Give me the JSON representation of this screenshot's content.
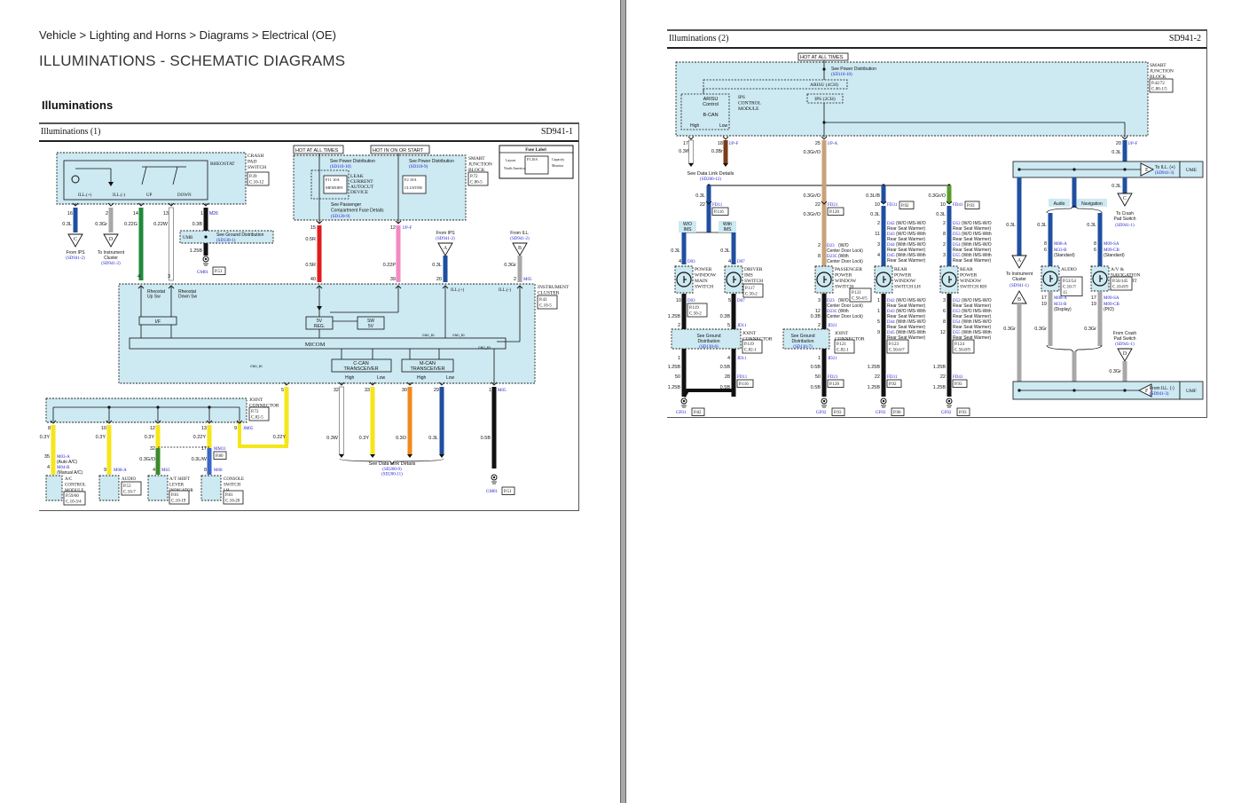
{
  "breadcrumb": "Vehicle > Lighting and Horns > Diagrams > Electrical (OE)",
  "page_title": "ILLUMINATIONS - SCHEMATIC DIAGRAMS",
  "section_title": "Illuminations",
  "diagram1": {
    "title": "Illuminations (1)",
    "code": "SD941-1",
    "hot_all_times": "HOT AT ALL TIMES",
    "hot_on_start": "HOT IN ON OR START",
    "crash_pad_switch": [
      "CRASH",
      "PAD",
      "SWITCH"
    ],
    "crash_pad_ref": [
      "P.39",
      "C.10-12"
    ],
    "rheostat": "RHEOSTAT",
    "ill_plus": "ILL.(+)",
    "ill_minus": "ILL.(-)",
    "up": "UP",
    "down": "DOWN",
    "pins_top": [
      {
        "pin": "16",
        "wire": "0.3L",
        "color": "#1f4fa0"
      },
      {
        "pin": "2",
        "wire": "0.3Gr",
        "color": "#a8a8a8"
      },
      {
        "pin": "14",
        "wire": "0.22G",
        "color": "#1f8a3a"
      },
      {
        "pin": "13",
        "wire": "0.22W",
        "color": "#ffffff"
      },
      {
        "pin": "1",
        "wire": "0.3B",
        "color": "#111111",
        "conn": "M26"
      }
    ],
    "from_ips": {
      "letter": "C",
      "label": "From IPS",
      "ref": "(SD941-2)"
    },
    "to_cluster": {
      "letter": "D",
      "label": "To Instrument Cluster",
      "ref": "(SD941-2)"
    },
    "umb": "UMB",
    "see_ground": "See Ground Distribution",
    "see_ground_ref": "(SD130-1)",
    "ground_wire": "1.25B",
    "gm01": "GM01",
    "gm01_ref": "P.51",
    "see_power1": "See Power Distribution",
    "see_power1_ref": "(SD110-10)",
    "see_power2": "See Power Distribution",
    "see_power2_ref": "(SD110-9)",
    "fuse1": [
      "F11 10A",
      "MEMORY"
    ],
    "fuse2": [
      "F2 10A",
      "CLUSTER"
    ],
    "leak": [
      "LEAK",
      "CURRENT",
      "AUTOCUT",
      "DEVICE"
    ],
    "see_pass": [
      "See Passenger",
      "Compartment Fuse Details"
    ],
    "see_pass_ref": "(SD120-9)",
    "sjb": [
      "SMART",
      "JUNCTION",
      "BLOCK"
    ],
    "sjb_ref": [
      "P.72",
      "C.80-5"
    ],
    "fuse_label": {
      "title": "Fuse Label",
      "layout": "Layout",
      "na": "North America",
      "capacity": "Capacity",
      "monitor": "Monitor",
      "sample": "F3 20A"
    },
    "red_pin": "15",
    "red_wire": "0.5R",
    "red_wire2": "0.5R",
    "red_pin2": "40",
    "pink_pin": "12",
    "pink_conn": "I/P-F",
    "pink_wire": "0.22P",
    "pink_pin2": "39",
    "from_ips_a": {
      "letter": "A",
      "label": "From IPS",
      "ref": "(SD941-2)",
      "wire": "0.3L",
      "pin": "20"
    },
    "from_ill_b": {
      "letter": "B",
      "label": "From ILL.",
      "ref": "(SD941-2)",
      "wire": "0.3Gr",
      "pin": "2",
      "conn": "M05"
    },
    "cluster": [
      "INSTRUMENT",
      "CLUSTER"
    ],
    "cluster_ref": [
      "P.43",
      "C.10-5"
    ],
    "rheo_up": [
      "Rheostat",
      "Up Sw"
    ],
    "rheo_down": [
      "Rheostat",
      "Down Sw"
    ],
    "pin_up": "4",
    "pin_down": "3",
    "if": "I/F",
    "reg": [
      "5V",
      "REG."
    ],
    "sw5v": [
      "SW",
      "5V"
    ],
    "micom": "MICOM",
    "ill_p": "ILL.(+)",
    "ill_m": "ILL.(-)",
    "gnd": "GND_B1",
    "gnd3": "GND_B3",
    "ccan": [
      "C-CAN",
      "TRANSCEIVER"
    ],
    "mcan": [
      "M-CAN",
      "TRANSCEIVER"
    ],
    "high": "High",
    "low": "Low",
    "bottom_pins": [
      {
        "pin": "5",
        "wire": "0.22Y",
        "color": "#f5e61a"
      },
      {
        "pin": "32",
        "wire": "0.3W",
        "color": "#ffffff"
      },
      {
        "pin": "33",
        "wire": "0.3Y",
        "color": "#f5e61a"
      },
      {
        "pin": "30",
        "wire": "0.3O",
        "color": "#f08a1e"
      },
      {
        "pin": "29",
        "wire": "0.3L",
        "color": "#1f4fa0"
      },
      {
        "pin": "1",
        "wire": "0.5B",
        "color": "#111111",
        "conn": "M05"
      }
    ],
    "data_link": "See Data Link Details",
    "data_link_refs": [
      "(SD200-9)",
      "(SD200-11)"
    ],
    "gm01b": "GM01",
    "gm01b_ref": "P.51",
    "joint": [
      "JOINT",
      "CONNECTOR"
    ],
    "joint_ref": [
      "P.72",
      "C.82-5"
    ],
    "jm05": "JM05",
    "joint_pins": [
      {
        "pin": "8",
        "wire": "0.3Y"
      },
      {
        "pin": "10",
        "wire": "0.3Y"
      },
      {
        "pin": "12",
        "wire": "0.3Y"
      },
      {
        "pin": "13",
        "wire": "0.22Y"
      },
      {
        "pin": "9",
        "wire": "0.22Y"
      }
    ],
    "modules": [
      {
        "name": [
          "A/C",
          "CONTROL",
          "MODULE"
        ],
        "ref": [
          "P.59/60",
          "C.10-3/4"
        ],
        "pins": [
          "35",
          "4"
        ],
        "conns": [
          "M03-A",
          "M04-B"
        ],
        "notes": [
          "(Auto A/C)",
          "(Manual A/C)"
        ]
      },
      {
        "name": [
          "AUDIO"
        ],
        "ref": [
          "P.53",
          "C.10-7"
        ],
        "pins": [
          "9"
        ],
        "conns": [
          "M08-A"
        ]
      },
      {
        "name": [
          "A/T SHIFT",
          "LEVER",
          "INDICATOR"
        ],
        "ref": [
          "P.81",
          "C.10-19"
        ],
        "pins": [
          "32",
          "4"
        ],
        "conns": [
          "M63"
        ],
        "wire2": "0.3G/O"
      },
      {
        "name": [
          "CONSOLE",
          "SWITCH",
          "LH"
        ],
        "ref": [
          "P.81",
          "C.10-20"
        ],
        "pins": [
          "17",
          "8"
        ],
        "conns": [
          "MM11",
          "M68"
        ],
        "wire2": "0.3L/W",
        "mm11_ref": "P.80"
      }
    ]
  },
  "diagram2": {
    "title": "Illuminations (2)",
    "code": "SD941-2",
    "hot_all_times": "HOT AT ALL TIMES",
    "see_power": "See Power Distribution",
    "see_power_ref": "(SD110-10)",
    "arisu4": "ARISU (4CH)",
    "ips2": "IPS (2CH)",
    "arisu_ctrl": [
      "ARISU",
      "Control"
    ],
    "ips_module": [
      "IPS",
      "CONTROL",
      "MODULE"
    ],
    "bcan": "B-CAN",
    "high": "High",
    "low": "Low",
    "sjb": [
      "SMART",
      "JUNCTION",
      "BLOCK"
    ],
    "sjb_ref": [
      "P.42/72",
      "C.80-1/5"
    ],
    "pins_top": [
      {
        "pin": "17",
        "wire": "0.3W"
      },
      {
        "pin": "18",
        "wire": "0.3Br",
        "conn": "I/P-F"
      },
      {
        "pin": "25",
        "wire": "0.3Gr/O",
        "conn": "I/P-A"
      },
      {
        "pin": "20",
        "wire": "0.3L",
        "conn": "I/P-F"
      }
    ],
    "data_link": "See Data Link Details",
    "data_link_ref": "(SD200-12)",
    "col1": {
      "wire": "0.3L",
      "pin": "22",
      "conn": "FD11",
      "ref": "P.116",
      "wo_ims": [
        "W/O",
        "IMS"
      ],
      "with_ims": [
        "With",
        "IMS"
      ]
    },
    "pwms": {
      "name": [
        "POWER",
        "WINDOW",
        "MAIN",
        "SWITCH"
      ],
      "pin_in": "4",
      "conn_in": "D03",
      "pin_out": "10",
      "conn_out": "D03",
      "ref": [
        "P.119",
        "C.50-2"
      ],
      "wire_in": "0.3L",
      "wire_out": "1.25B"
    },
    "dims": {
      "name": [
        "DRIVER",
        "IMS",
        "SWITCH"
      ],
      "pin_in": "4",
      "conn_in": "D07",
      "pin_out": "5",
      "conn_out": "D07",
      "ref": [
        "P.117",
        "C.50-2"
      ],
      "wire_in": "0.3L",
      "wire_out": "0.3B"
    },
    "jc1": {
      "pin_top_l": "2",
      "pin_top_r": "5",
      "conn": "JD11",
      "see_ground": [
        "See Ground",
        "Distribution"
      ],
      "ref": "(SD130-6)",
      "joint": [
        "JOINT",
        "CONNECTOR"
      ],
      "joint_ref": [
        "P.119",
        "C.82-1"
      ],
      "pin_bot_l": "1",
      "pin_bot_r": "4",
      "conn_bot": "JD11"
    },
    "g1": {
      "wires": [
        "1.25B",
        "0.5B",
        "1.25B",
        "0.5B"
      ],
      "pins": [
        "50",
        "28"
      ],
      "conn": "FD11",
      "ref": "P.116",
      "ground": "GF01",
      "ground_ref": "P.82"
    },
    "col2": {
      "wire": "0.3Gr/O",
      "wire2": "0.3Gr/O",
      "pin": "22",
      "conn": "FD21",
      "ref": "P.120"
    },
    "ppws": {
      "name": [
        "PASSENGER",
        "POWER",
        "WINDOW",
        "SWITCH"
      ],
      "ref": [
        "P.121",
        "C.50-4/5"
      ],
      "in": [
        {
          "pin": "2",
          "conn": "D23",
          "text": "(W/O Center Door Lock)"
        },
        {
          "pin": "8",
          "conn": "D23C",
          "text": "(With Center Door Lock)"
        }
      ],
      "out": [
        {
          "pin": "3",
          "conn": "D23",
          "text": "(W/O Center Door Lock)"
        },
        {
          "pin": "12",
          "conn": "D23C",
          "text": "(With Center Door Lock)"
        }
      ],
      "wire_out": "0.3B"
    },
    "jc2": {
      "pin_top": "2",
      "conn": "JD21",
      "see_ground": [
        "See Ground",
        "Distribution"
      ],
      "ref": "(SD130-7)",
      "joint": [
        "JOINT",
        "CONNECTOR"
      ],
      "joint_ref": [
        "P.121",
        "C.82-1"
      ],
      "pin_bot": "1",
      "conn_bot": "JD21"
    },
    "g2": {
      "wires": [
        "0.5B",
        "0.5B"
      ],
      "pin": "50",
      "conn": "FD21",
      "ref": "P.120",
      "ground": "GF02",
      "ground_ref": "P.93"
    },
    "col3": {
      "wire": "0.3L/B",
      "wire2": "0.3L",
      "pin": "10",
      "conn": "FD31",
      "ref": "P.92"
    },
    "rpwl": {
      "name": [
        "REAR",
        "POWER",
        "WINDOW",
        "SWITCH LH"
      ],
      "ref": [
        "P.123",
        "C.50-6/7"
      ],
      "in": [
        {
          "pin": "2",
          "conn": "D42",
          "text": "(W/O IMS-W/O Rear Seat Warmer)"
        },
        {
          "pin": "11",
          "conn": "D43",
          "text": "(W/O IMS-With Rear Seat Warmer)"
        },
        {
          "pin": "3",
          "conn": "D44",
          "text": "(With IMS-W/O Rear Seat Warmer)"
        },
        {
          "pin": "4",
          "conn": "D45",
          "text": "(With IMS-With Rear Seat Warmer)"
        }
      ],
      "out": [
        {
          "pin": "1",
          "conn": "D42",
          "text": "(W/O IMS-W/O Rear Seat Warmer)"
        },
        {
          "pin": "1",
          "conn": "D43",
          "text": "(W/O IMS-With Rear Seat Warmer)"
        },
        {
          "pin": "5",
          "conn": "D44",
          "text": "(With IMS-W/O Rear Seat Warmer)"
        },
        {
          "pin": "9",
          "conn": "D45",
          "text": "(With IMS-With Rear Seat Warmer)"
        }
      ]
    },
    "g3": {
      "wires": [
        "1.25B",
        "1.25B"
      ],
      "pin": "22",
      "conn": "FD31",
      "ref": "P.92",
      "ground": "GF03",
      "ground_ref": "P.96"
    },
    "col4": {
      "wire": "0.3Gr/O",
      "wire2": "0.3L",
      "pin": "10",
      "conn": "FD41",
      "ref": "P.93"
    },
    "rpwr": {
      "name": [
        "REAR",
        "POWER",
        "WINDOW",
        "SWITCH RH"
      ],
      "ref": [
        "P.124",
        "C.50-8/9"
      ],
      "in": [
        {
          "pin": "2",
          "conn": "D52",
          "text": "(W/O IMS-W/O Rear Seat Warmer)"
        },
        {
          "pin": "8",
          "conn": "D53",
          "text": "(W/O IMS-With Rear Seat Warmer)"
        },
        {
          "pin": "2",
          "conn": "D54",
          "text": "(With IMS-W/O Rear Seat Warmer)"
        },
        {
          "pin": "3",
          "conn": "D55",
          "text": "(With IMS-With Rear Seat Warmer)"
        }
      ],
      "out": [
        {
          "pin": "3",
          "conn": "D52",
          "text": "(W/O IMS-W/O Rear Seat Warmer)"
        },
        {
          "pin": "6",
          "conn": "D53",
          "text": "(W/O IMS-With Rear Seat Warmer)"
        },
        {
          "pin": "8",
          "conn": "D54",
          "text": "(With IMS-W/O Rear Seat Warmer)"
        },
        {
          "pin": "12",
          "conn": "D55",
          "text": "(With IMS-With Rear Seat Warmer)"
        }
      ]
    },
    "g4": {
      "wires": [
        "1.25B",
        "1.25B"
      ],
      "pin": "22",
      "conn": "FD41",
      "ref": "P.93",
      "ground": "GF02",
      "ground_ref": "P.93"
    },
    "ume": "UME",
    "umf": "UMF",
    "to_ill_plus": {
      "letter": "E",
      "label": "To ILL. (+)",
      "ref": "(SD941-3)"
    },
    "from_ill_minus": {
      "letter": "F",
      "label": "From ILL. (-)",
      "ref": "(SD941-3)"
    },
    "to_cluster": {
      "letter": "A",
      "label": [
        "To Instrument",
        "Cluster"
      ],
      "ref": "(SD941-1)"
    },
    "from_cluster_b": {
      "letter": "B"
    },
    "to_crash": {
      "letter": "C",
      "label": [
        "To Crash",
        "Pad Switch"
      ],
      "ref": "(SD941-1)"
    },
    "from_crash": {
      "letter": "D",
      "label": [
        "From Crash",
        "Pad Switch"
      ],
      "ref": "(SD941-1)"
    },
    "audio_lbl": "Audio",
    "nav_lbl": "Navigation",
    "right_wires": {
      "l": "0.3L",
      "gr": "0.3Gr"
    },
    "audio": {
      "name": [
        "AUDIO"
      ],
      "ref": [
        "P.53/54",
        "C.10-7/",
        "15"
      ],
      "in": [
        {
          "pin": "8",
          "conn": "M08-A",
          "text": "(Standard)"
        },
        {
          "pin": "6",
          "conn": "M33-B",
          "text": "(Display)"
        }
      ],
      "out": [
        {
          "pin": "17",
          "conn": "M08-A",
          "text": "(Standard)"
        },
        {
          "pin": "19",
          "conn": "M33-B",
          "text": "(Display)"
        }
      ]
    },
    "avn": {
      "name": [
        "A/V &",
        "NAVIGATION",
        "HEAD UNIT"
      ],
      "ref": [
        "P.56/145",
        "C.10-8/9"
      ],
      "in": [
        {
          "pin": "8",
          "conn": "M09-SA",
          "text": "(Standard)"
        },
        {
          "pin": "6",
          "conn": "M09-CB",
          "text": "(PIO)"
        }
      ],
      "out": [
        {
          "pin": "17",
          "conn": "M09-SA",
          "text": "(Standard)"
        },
        {
          "pin": "19",
          "conn": "M09-CB",
          "text": "(PIO)"
        }
      ]
    }
  }
}
